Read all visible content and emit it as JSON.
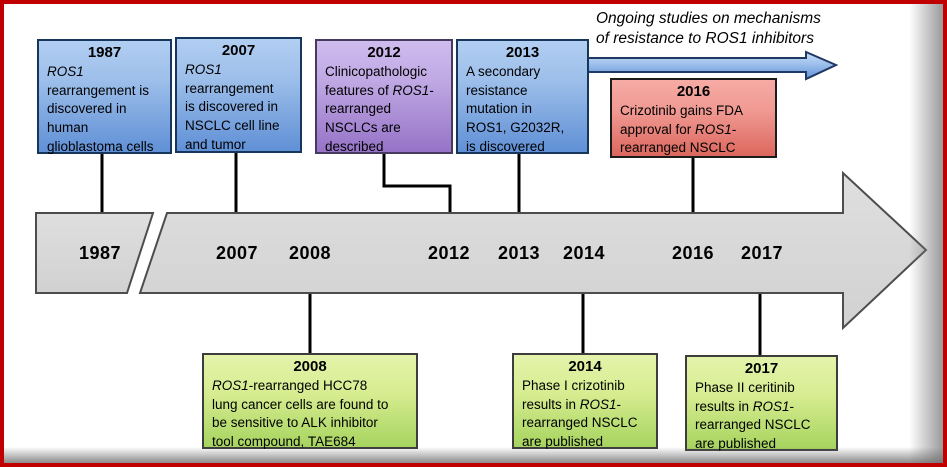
{
  "annotation": {
    "lines": [
      "Ongoing studies on mechanisms",
      "of resistance to ROS1 inhibitors"
    ]
  },
  "timeline": {
    "years": [
      "1987",
      "2007",
      "2008",
      "2012",
      "2013",
      "2014",
      "2016",
      "2017"
    ]
  },
  "events": [
    {
      "year": "1987",
      "variant": "blue",
      "segments": [
        {
          "t": "ROS1",
          "i": true
        },
        {
          "t": "\nrearrangement is\ndiscovered in\nhuman\nglioblastoma cells"
        }
      ]
    },
    {
      "year": "2007",
      "variant": "blue",
      "segments": [
        {
          "t": "ROS1",
          "i": true
        },
        {
          "t": "\nrearrangement\nis discovered in\nNSCLC cell line\nand tumor"
        }
      ]
    },
    {
      "year": "2012",
      "variant": "purple",
      "segments": [
        {
          "t": "Clinicopathologic\nfeatures of "
        },
        {
          "t": "ROS1",
          "i": true
        },
        {
          "t": "-\nrearranged\nNSCLCs are\ndescribed"
        }
      ]
    },
    {
      "year": "2013",
      "variant": "blue",
      "segments": [
        {
          "t": "A secondary\nresistance\nmutation in\nROS1, G2032R,\nis discovered"
        }
      ]
    },
    {
      "year": "2016",
      "variant": "red",
      "segments": [
        {
          "t": "Crizotinib gains FDA\napproval for "
        },
        {
          "t": "ROS1",
          "i": true
        },
        {
          "t": "-\nrearranged NSCLC"
        }
      ]
    },
    {
      "year": "2008",
      "variant": "green",
      "segments": [
        {
          "t": "ROS1",
          "i": true
        },
        {
          "t": "-rearranged HCC78\nlung cancer cells are found to\nbe sensitive to ALK inhibitor\ntool compound, TAE684"
        }
      ]
    },
    {
      "year": "2014",
      "variant": "green",
      "segments": [
        {
          "t": "Phase I crizotinib\nresults in "
        },
        {
          "t": "ROS1",
          "i": true
        },
        {
          "t": "-\nrearranged NSCLC\nare published"
        }
      ]
    },
    {
      "year": "2017",
      "variant": "green",
      "segments": [
        {
          "t": "Phase II ceritinib\nresults in "
        },
        {
          "t": "ROS1",
          "i": true
        },
        {
          "t": "-\nrearranged NSCLC\nare published"
        }
      ]
    }
  ],
  "colors": {
    "frame_border": "#c00000",
    "blue_box_top": "#b2cef2",
    "blue_box_bottom": "#6090d6",
    "purple_box_top": "#cfbcee",
    "purple_box_bottom": "#9673c7",
    "red_box_top": "#f6aba4",
    "red_box_bottom": "#dc675e",
    "green_box_top": "#e4f3ab",
    "green_box_bottom": "#a6d45f",
    "timeline_bar": "#d9d9d9",
    "future_arrow_top": "#c3daf6",
    "future_arrow_bottom": "#6592d6",
    "connector": "#000000"
  }
}
